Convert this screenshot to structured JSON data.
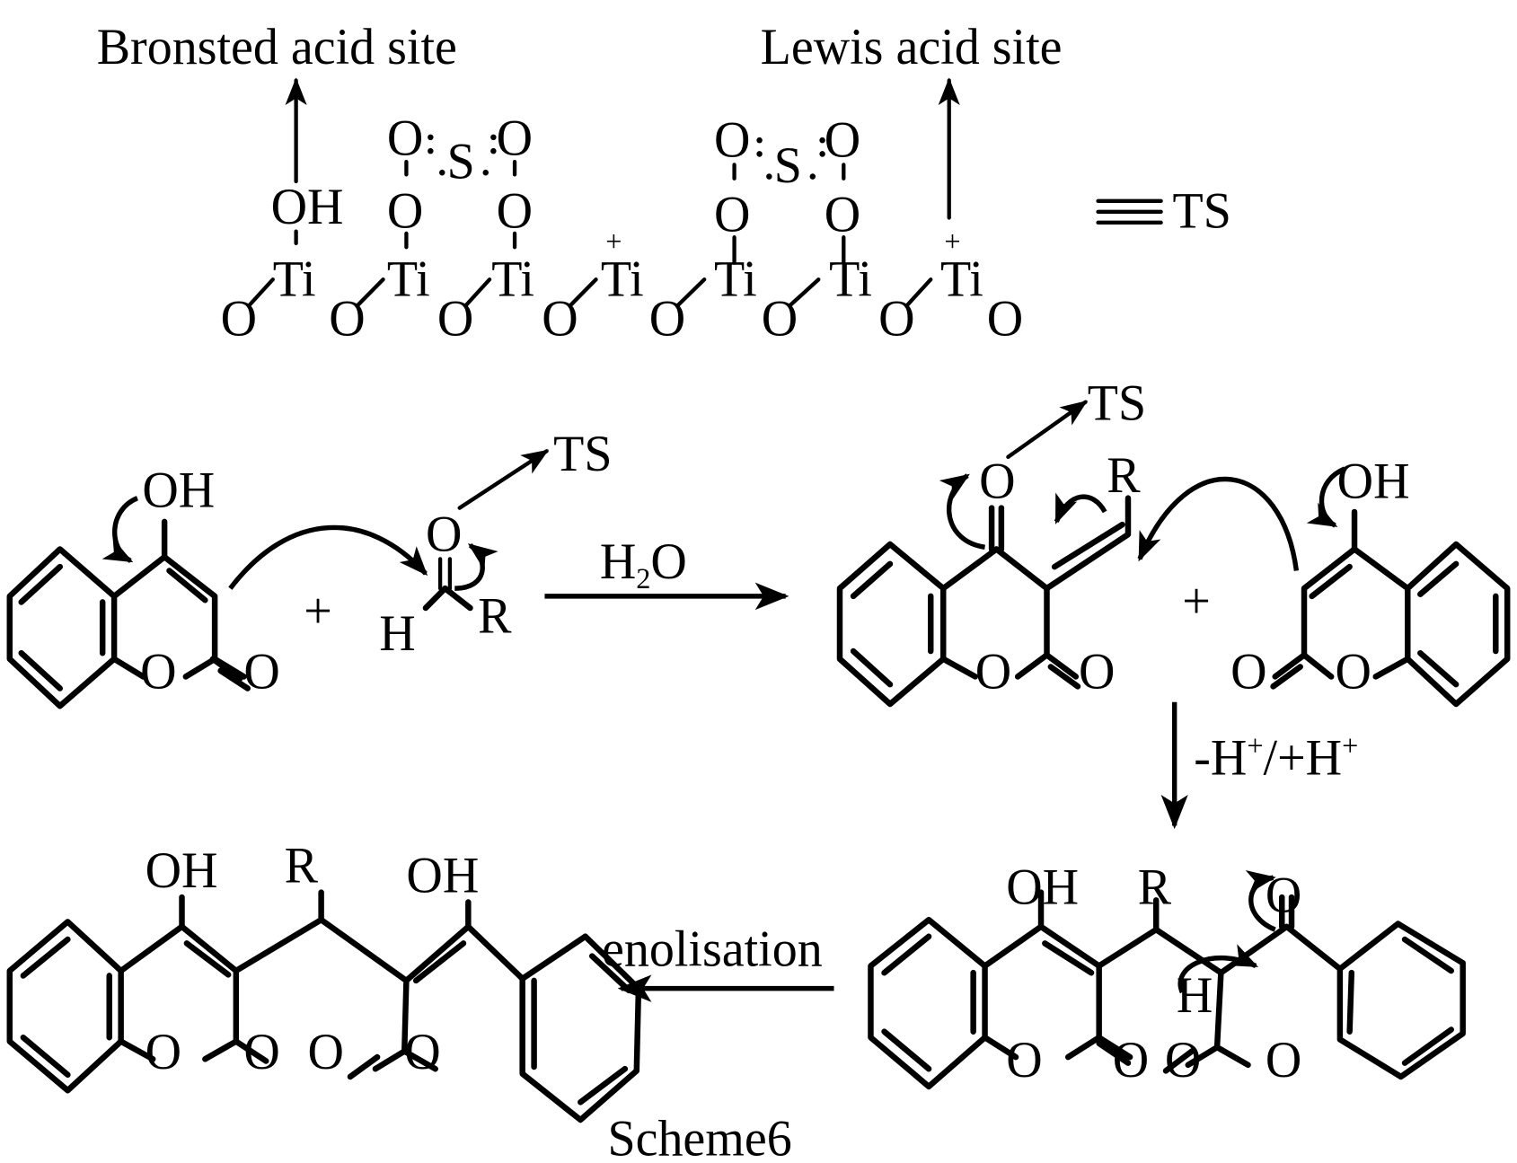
{
  "labels": {
    "bronsted": "Bronsted acid site",
    "lewis": "Lewis acid site",
    "ts_equiv": "TS",
    "ts": "TS",
    "oh": "OH",
    "o": "O",
    "h": "H",
    "r": "R",
    "ti": "Ti",
    "s": "S",
    "plus": "+",
    "ti_charge": "+",
    "water": "H",
    "water_sub": "2",
    "water_o": "O",
    "proton": "-H",
    "proton_sup": "+",
    "proton_mid": "/+H",
    "enolisation": "enolisation",
    "caption": "Scheme6"
  },
  "colors": {
    "ink": "#000000",
    "background": "#ffffff"
  }
}
